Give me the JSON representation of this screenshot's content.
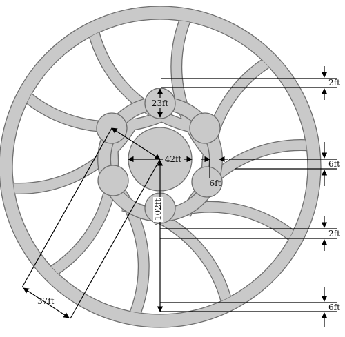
{
  "colors": {
    "fill": "#c9c9c9",
    "outline": "#6f6f6f",
    "ink": "#000000",
    "background": "#ffffff"
  },
  "labels": {
    "inner_circle_diameter": "23ft",
    "center_diameter": "42ft",
    "ring_gap": "6ft",
    "outer_radius": "102ft",
    "petal_radius": "37ft",
    "ring_width_top": "2ft",
    "spoke_gap_upper": "6ft",
    "ring_width_lower": "2ft",
    "rim_width_bottom": "6ft"
  }
}
